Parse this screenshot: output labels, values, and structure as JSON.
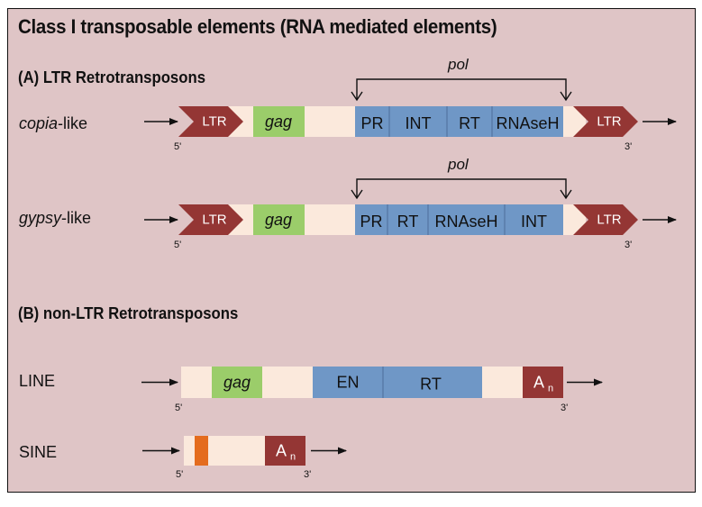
{
  "title": "Class I transposable elements (RNA mediated elements)",
  "colors": {
    "background": "#dfc5c6",
    "cream": "#fbe9dc",
    "ltr": "#943634",
    "gag": "#9bcd6a",
    "pol_domain": "#6f97c6",
    "orange": "#e46c1e",
    "divider": "#4d6e9a",
    "text": "#111111"
  },
  "section_a": {
    "heading": "(A) LTR Retrotransposons",
    "rows": [
      {
        "name_italic": "copia",
        "name_suffix": "-like",
        "pol_label": "pol",
        "ltr_label": "LTR",
        "gag_label": "gag",
        "domains": [
          "PR",
          "INT",
          "RT",
          "RNAseH"
        ],
        "five_prime": "5'",
        "three_prime": "3'"
      },
      {
        "name_italic": "gypsy",
        "name_suffix": "-like",
        "pol_label": "pol",
        "ltr_label": "LTR",
        "gag_label": "gag",
        "domains": [
          "PR",
          "RT",
          "RNAseH",
          "INT"
        ],
        "five_prime": "5'",
        "three_prime": "3'"
      }
    ]
  },
  "section_b": {
    "heading": "(B) non-LTR Retrotransposons",
    "line": {
      "label": "LINE",
      "gag_label": "gag",
      "domains": [
        "EN",
        "RT"
      ],
      "polyA": "A",
      "polyA_sub": "n",
      "five_prime": "5'",
      "three_prime": "3'"
    },
    "sine": {
      "label": "SINE",
      "polyA": "A",
      "polyA_sub": "n",
      "five_prime": "5'",
      "three_prime": "3'"
    }
  }
}
